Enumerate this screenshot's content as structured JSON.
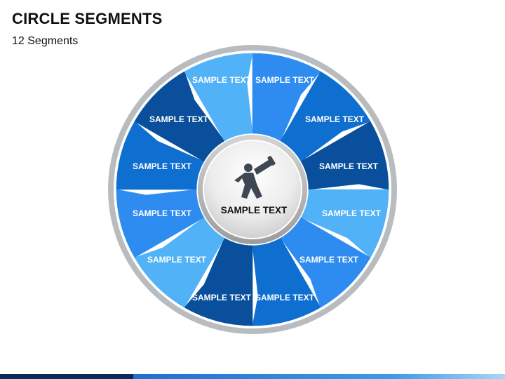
{
  "header": {
    "title": "CIRCLE SEGMENTS",
    "subtitle": "12 Segments"
  },
  "wheel": {
    "center_label": "SAMPLE TEXT",
    "center_icon": "telescope-person-icon",
    "segments": [
      {
        "label": "SAMPLE TEXT",
        "color": "#2e8cf0"
      },
      {
        "label": "SAMPLE TEXT",
        "color": "#0f6fd0"
      },
      {
        "label": "SAMPLE TEXT",
        "color": "#0a4f9b"
      },
      {
        "label": "SAMPLE TEXT",
        "color": "#52b2f7"
      },
      {
        "label": "SAMPLE TEXT",
        "color": "#2e8cf0"
      },
      {
        "label": "SAMPLE TEXT",
        "color": "#0f6fd0"
      },
      {
        "label": "SAMPLE TEXT",
        "color": "#0a4f9b"
      },
      {
        "label": "SAMPLE TEXT",
        "color": "#52b2f7"
      },
      {
        "label": "SAMPLE TEXT",
        "color": "#2e8cf0"
      },
      {
        "label": "SAMPLE TEXT",
        "color": "#0f6fd0"
      },
      {
        "label": "SAMPLE TEXT",
        "color": "#0a4f9b"
      },
      {
        "label": "SAMPLE TEXT",
        "color": "#52b2f7"
      }
    ],
    "colors": {
      "outer_ring": "#b9bcbf",
      "ring_gap": "#ffffff",
      "center_fill": "#e8e8e8",
      "center_ring": "#9a9a9a",
      "icon": "#3f4852"
    }
  }
}
